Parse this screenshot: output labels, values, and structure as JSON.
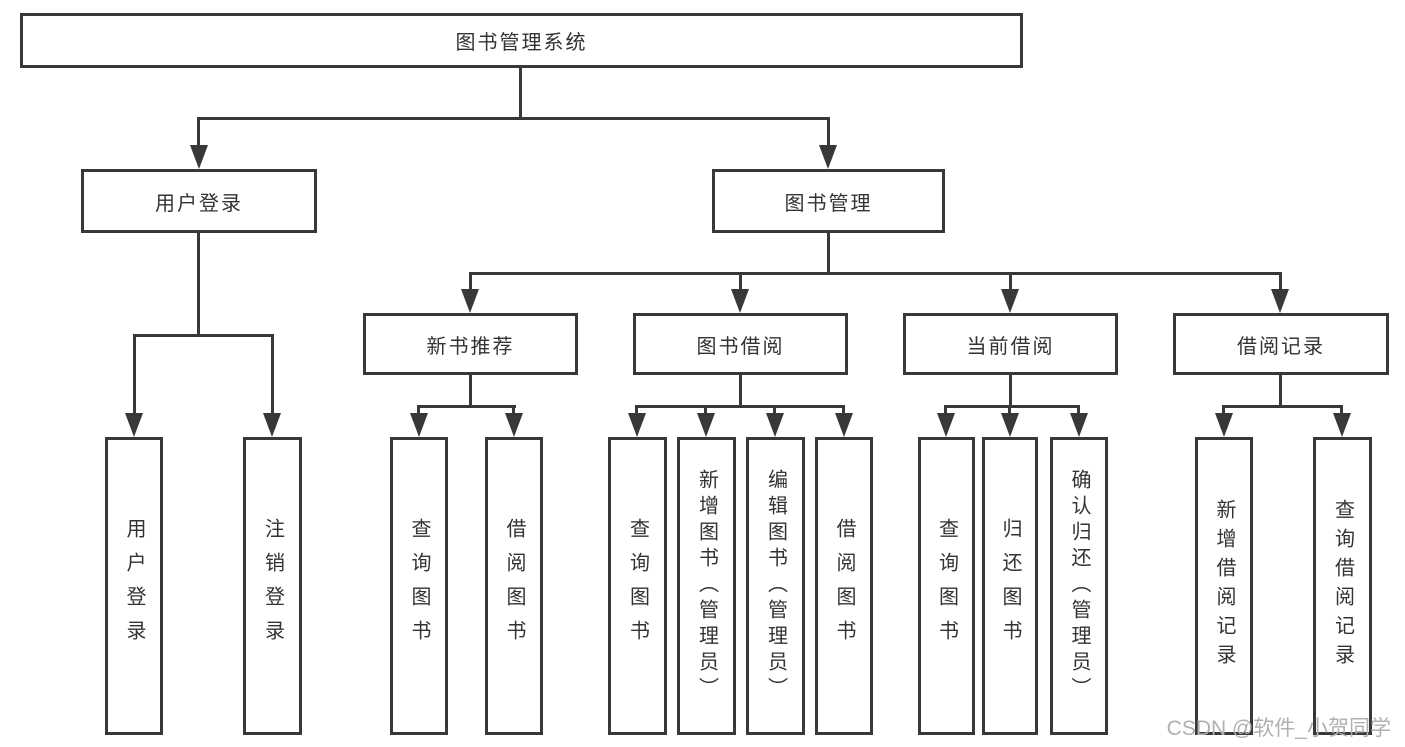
{
  "tree": {
    "label": "图书管理系统",
    "children": [
      {
        "label": "用户登录",
        "children": [
          {
            "label": "用户登录"
          },
          {
            "label": "注销登录"
          }
        ]
      },
      {
        "label": "图书管理",
        "children": [
          {
            "label": "新书推荐",
            "children": [
              {
                "label": "查询图书"
              },
              {
                "label": "借阅图书"
              }
            ]
          },
          {
            "label": "图书借阅",
            "children": [
              {
                "label": "查询图书"
              },
              {
                "label": "新增图书（管理员）"
              },
              {
                "label": "编辑图书（管理员）"
              },
              {
                "label": "借阅图书"
              }
            ]
          },
          {
            "label": "当前借阅",
            "children": [
              {
                "label": "查询图书"
              },
              {
                "label": "归还图书"
              },
              {
                "label": "确认归还（管理员）"
              }
            ]
          },
          {
            "label": "借阅记录",
            "children": [
              {
                "label": "新增借阅记录"
              },
              {
                "label": "查询借阅记录"
              }
            ]
          }
        ]
      }
    ]
  },
  "watermark": "CSDN @软件_小贺同学",
  "colors": {
    "line": "#383838",
    "text": "#333333",
    "background": "#ffffff",
    "watermark": "#b0b0b0"
  }
}
